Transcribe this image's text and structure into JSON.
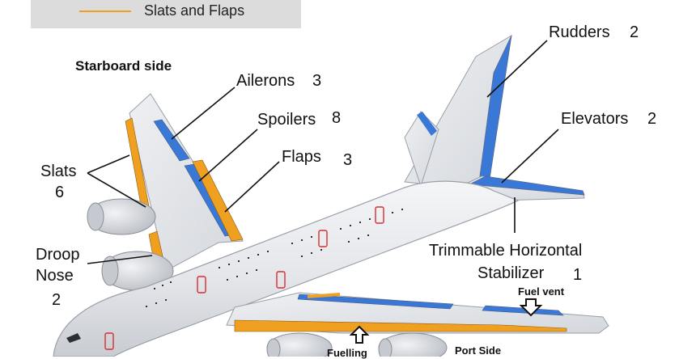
{
  "legend": {
    "label": "Slats and Flaps",
    "color": "#f0a020"
  },
  "colors": {
    "slat_flap": "#f0a020",
    "control_surface": "#3a78d8",
    "fuselage": "#e6e8ec",
    "outline": "#9aa0a8",
    "leader": "#111111",
    "marker": "#d32f2f"
  },
  "labels": {
    "starboard_side": "Starboard side",
    "ailerons_name": "Ailerons",
    "ailerons_count": "3",
    "spoilers_name": "Spoilers",
    "spoilers_count": "8",
    "flaps_name": "Flaps",
    "flaps_count": "3",
    "slats_name": "Slats",
    "slats_count": "6",
    "droop_line1": "Droop",
    "droop_line2": "Nose",
    "droop_count": "2",
    "rudders_name": "Rudders",
    "rudders_count": "2",
    "elevators_name": "Elevators",
    "elevators_count": "2",
    "ths_line1": "Trimmable Horizontal",
    "ths_line2": "Stabilizer",
    "ths_count": "1",
    "fuel_vent": "Fuel vent",
    "fuelling": "Fuelling",
    "port_side": "Port Side"
  }
}
